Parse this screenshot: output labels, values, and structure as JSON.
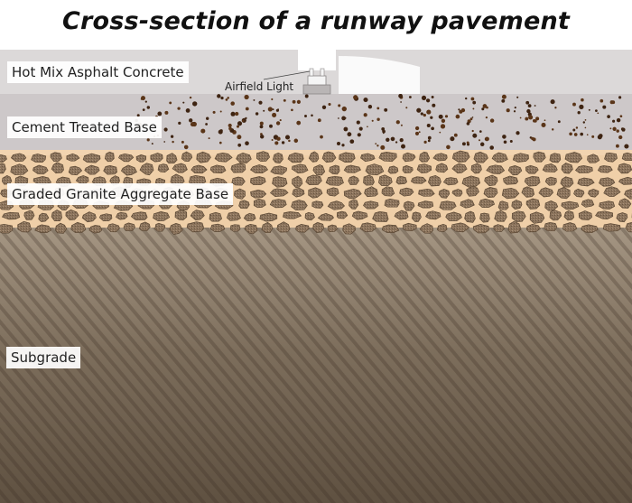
{
  "title": "Cross-section of a runway pavement",
  "layers": {
    "hot_mix_asphalt": "Hot Mix Asphalt Concrete",
    "cement_treated_base": "Cement Treated Base",
    "graded_granite": "Graded Granite Aggregate Base",
    "subgrade": "Subgrade"
  },
  "airfield_light": "Airfield Light",
  "colors": {
    "asphalt": "#dcd9d9",
    "cement": "#cdc8c9",
    "cement_speckle": "#4a2a14",
    "sand": "#f1d2ad",
    "stone": "#8a7159",
    "stone_edge": "#5a4734",
    "subgrade_top": "#a69784",
    "subgrade_bottom": "#5f5141"
  }
}
